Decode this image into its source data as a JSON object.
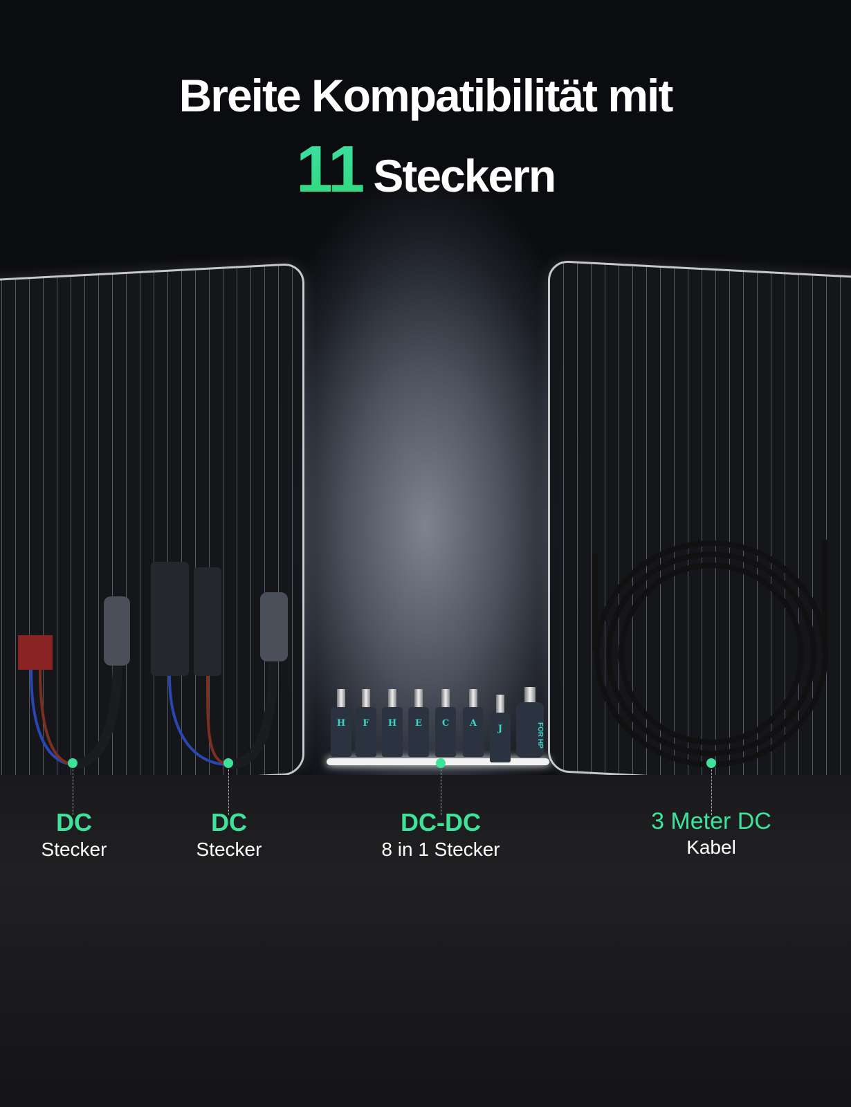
{
  "headline": {
    "line1": "Breite Kompatibilität mit",
    "count": "11",
    "line2": "Steckern"
  },
  "items": [
    {
      "title": "DC",
      "subtitle": "Stecker"
    },
    {
      "title": "DC",
      "subtitle": "Stecker"
    },
    {
      "title": "DC-DC",
      "subtitle": "8 in 1 Stecker"
    },
    {
      "title": "3 Meter DC",
      "subtitle": "Kabel"
    }
  ],
  "tips": [
    "H",
    "F",
    "H",
    "E",
    "C",
    "A",
    "J",
    "FOR HP"
  ],
  "colors": {
    "accent": "#3ee39a",
    "background": "#0b0c0f"
  }
}
